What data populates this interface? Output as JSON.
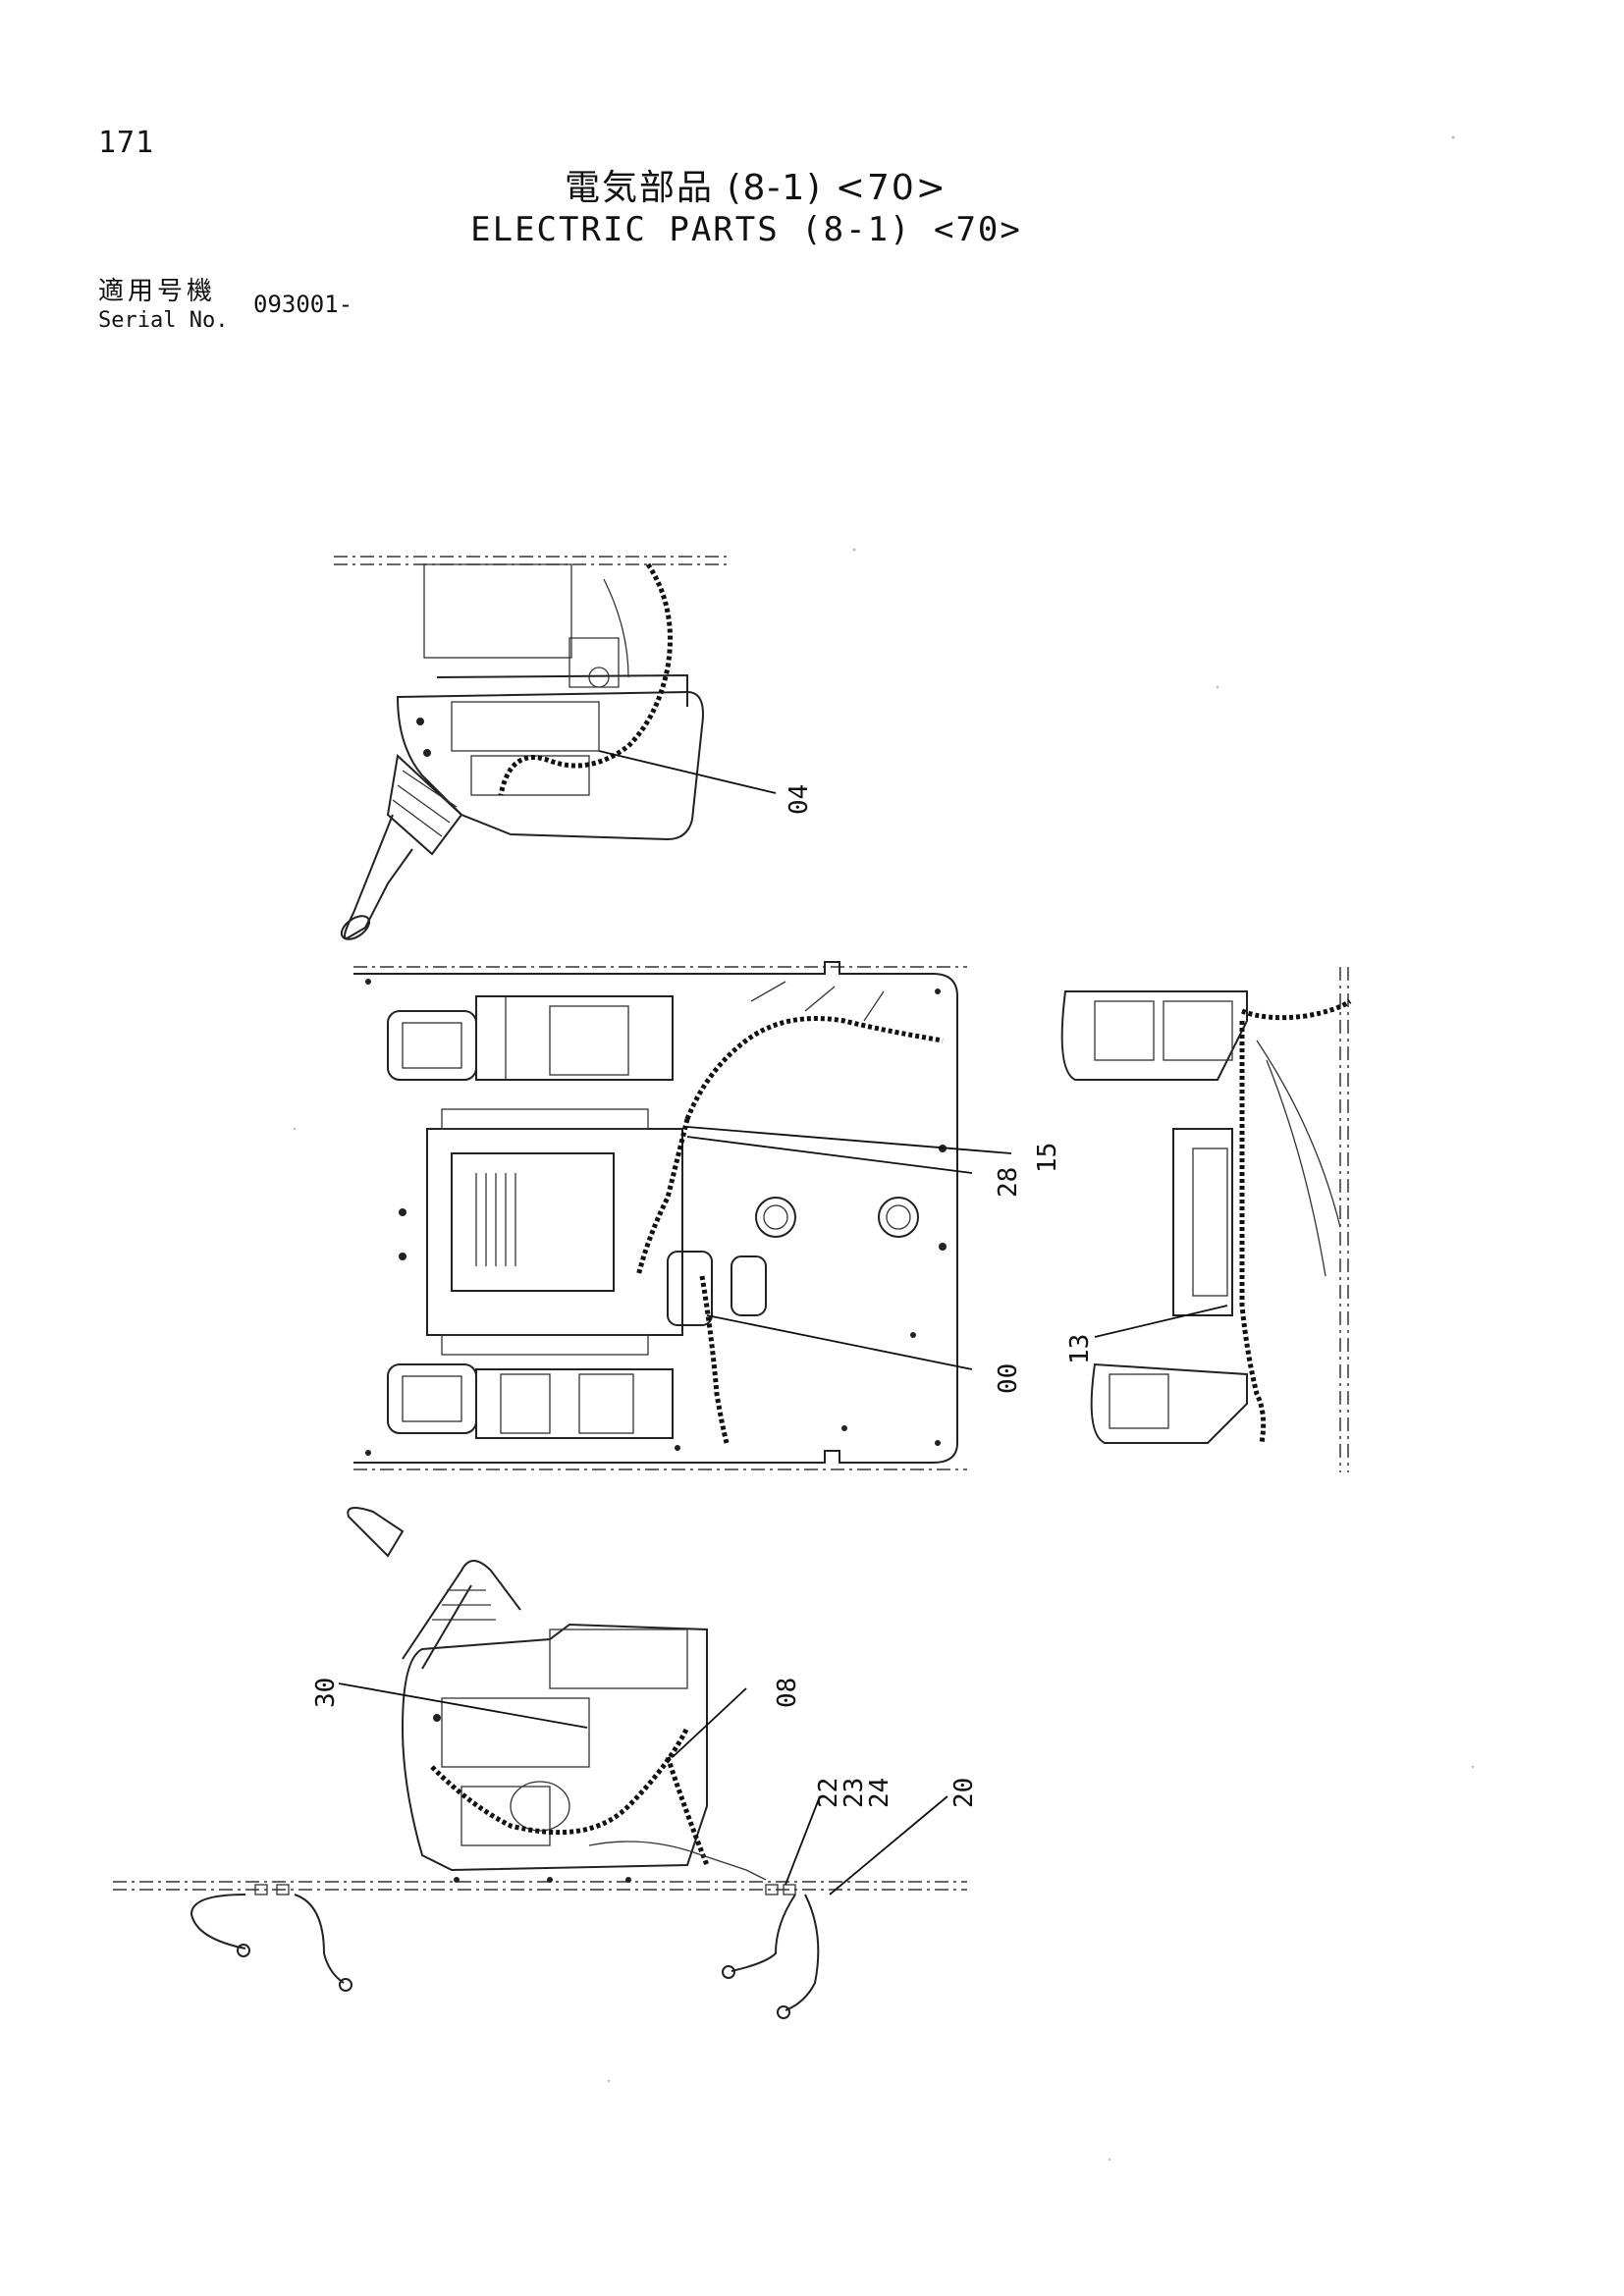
{
  "header": {
    "page_number": "171",
    "title_jp": "電気部品 (8-1) <70>",
    "title_en": "ELECTRIC PARTS (8-1) <70>",
    "serial_label_jp": "適用号機",
    "serial_label_en": "Serial No.",
    "serial_value": "093001-"
  },
  "callouts": [
    {
      "id": "04",
      "label": "04"
    },
    {
      "id": "15",
      "label": "15"
    },
    {
      "id": "28",
      "label": "28"
    },
    {
      "id": "00",
      "label": "00"
    },
    {
      "id": "13",
      "label": "13"
    },
    {
      "id": "30",
      "label": "30"
    },
    {
      "id": "08",
      "label": "08"
    },
    {
      "id": "22",
      "label": "22"
    },
    {
      "id": "23",
      "label": "23"
    },
    {
      "id": "24",
      "label": "24"
    },
    {
      "id": "20",
      "label": "20"
    }
  ]
}
